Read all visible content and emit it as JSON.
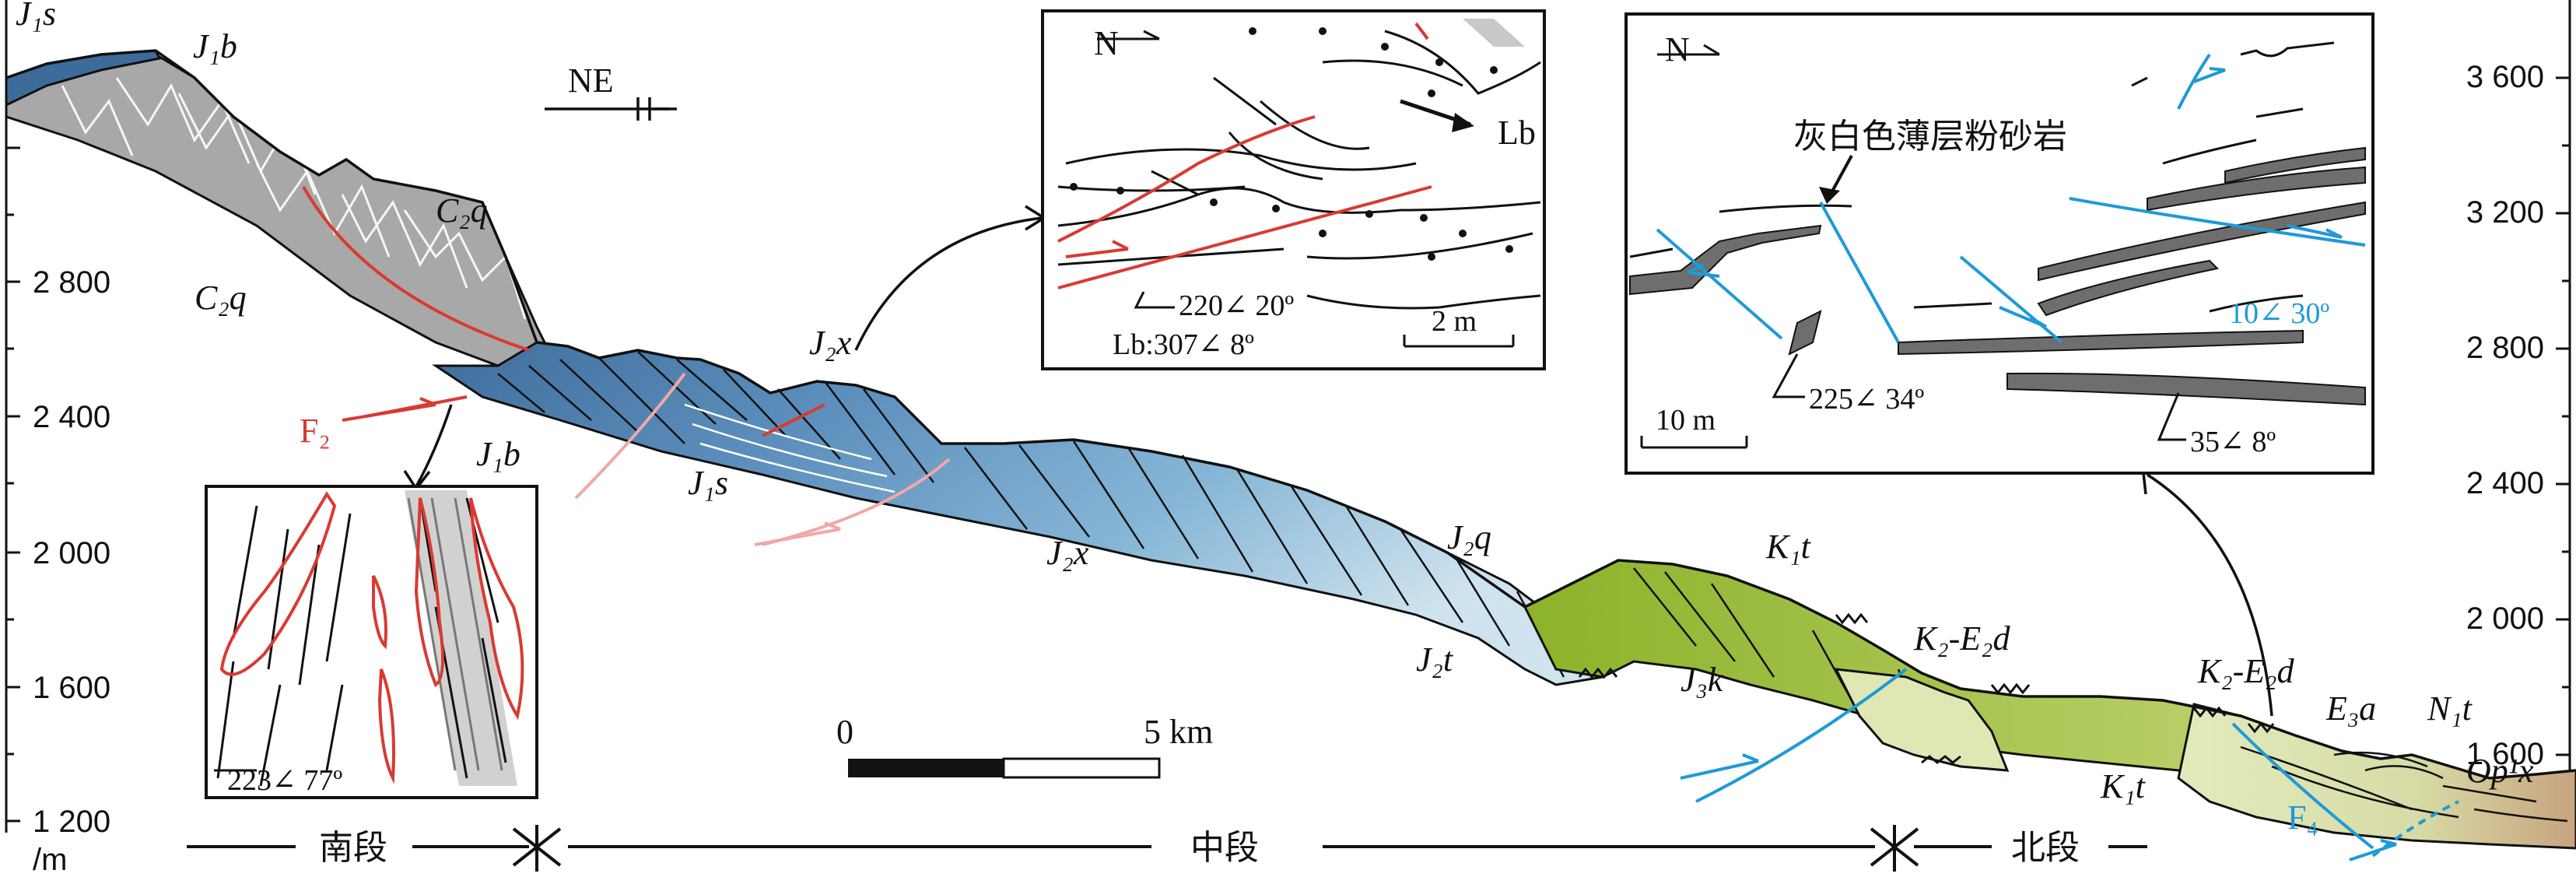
{
  "elevation_axis": {
    "unit": "/m",
    "left_ticks": [
      "2 800",
      "2 400",
      "2 000",
      "1 600",
      "1 200"
    ],
    "right_ticks": [
      "3 600",
      "3 200",
      "2 800",
      "2 400",
      "2 000",
      "1 600"
    ]
  },
  "compass": {
    "main": "NE",
    "inset_mid": "N",
    "inset_right": "N"
  },
  "units": {
    "J1s_top": "J₁s",
    "J1b_top": "J₁b",
    "C2q_upper": "C₂q",
    "C2q_lower": "C₂q",
    "J1b_mid": "J₁b",
    "J1s_mid": "J₁s",
    "J2x_a": "J₂x",
    "J2x_b": "J₂x",
    "J2q": "J₂q",
    "J2t": "J₂t",
    "J3k": "J₃k",
    "K1t_a": "K₁t",
    "K1t_b": "K₁t",
    "K2E2d_a": "K₂-E₂d",
    "K2E2d_b": "K₂-E₂d",
    "E3a": "E₃a",
    "N1t": "N₁t",
    "Op1x": "Op¹x"
  },
  "faults": {
    "F2": "F₂",
    "F4": "F₄"
  },
  "inset_left": {
    "attitude": "223∠ 77º"
  },
  "inset_mid": {
    "attitude": "220∠ 20º",
    "lb_attitude": "Lb:307∠ 8º",
    "lb_label": "Lb",
    "scale": "2 m"
  },
  "inset_right": {
    "rock_label": "灰白色薄层粉砂岩",
    "att1": "225∠ 34º",
    "att2": "35∠ 8º",
    "att3": "10∠ 30º",
    "scale": "10 m"
  },
  "scale_bar": {
    "zero": "0",
    "end": "5 km"
  },
  "segments": {
    "south": "南段",
    "middle": "中段",
    "north": "北段"
  },
  "colors": {
    "fault_red": "#d93a32",
    "fault_pink": "#f0a8a8",
    "fault_blue": "#1e9ad8",
    "carboniferous_gray": "#a6a6a6",
    "jurassic_blue_dark": "#4a79a6",
    "jurassic_blue_light": "#b9d6e6",
    "cretaceous_green": "#9dbf2e",
    "paleogene_light": "#dfe7b5",
    "neogene_tan": "#c9a784"
  }
}
